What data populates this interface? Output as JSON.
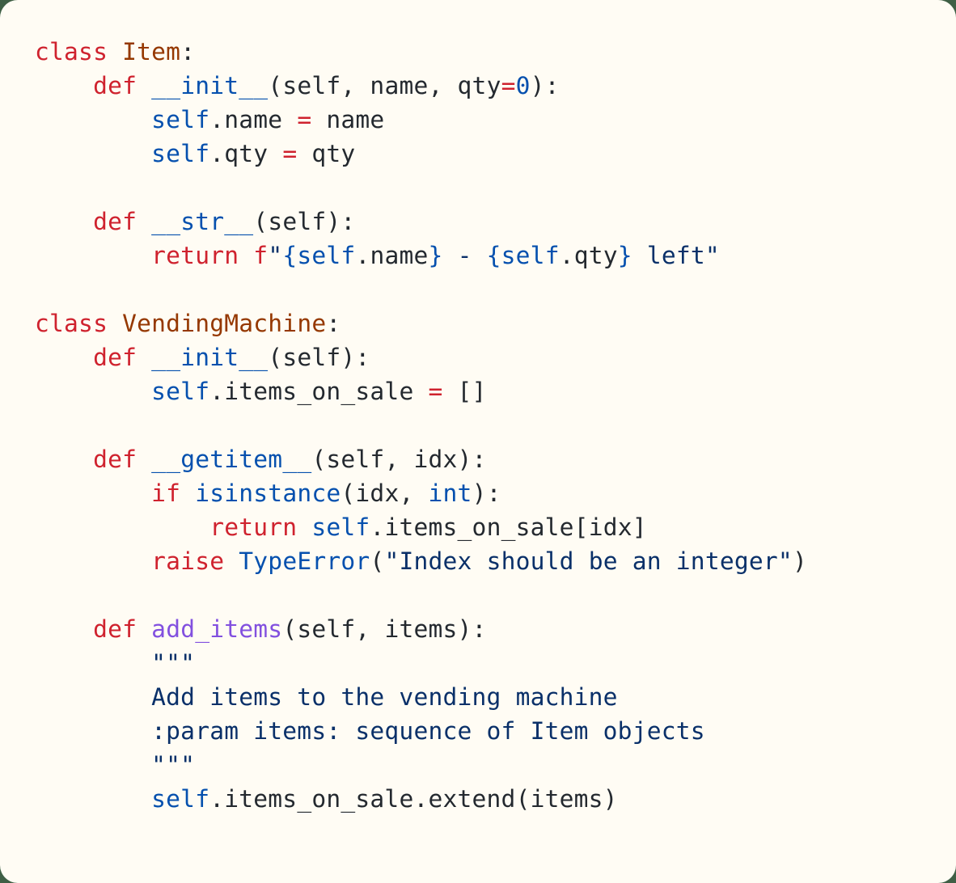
{
  "colors": {
    "background": "#3f5f45",
    "card": "#fffcf4",
    "keyword": "#cf222e",
    "class_name": "#953800",
    "function_name": "#0550ae",
    "method_name_purple": "#8250df",
    "string": "#0a3069",
    "text": "#24292f"
  },
  "code": {
    "language": "python",
    "lines": [
      [
        {
          "t": "kw",
          "v": "class"
        },
        {
          "t": "txt",
          "v": " "
        },
        {
          "t": "cls",
          "v": "Item"
        },
        {
          "t": "txt",
          "v": ":"
        }
      ],
      [
        {
          "t": "txt",
          "v": "    "
        },
        {
          "t": "kw",
          "v": "def"
        },
        {
          "t": "txt",
          "v": " "
        },
        {
          "t": "fn",
          "v": "__init__"
        },
        {
          "t": "txt",
          "v": "(self, name, qty"
        },
        {
          "t": "op",
          "v": "="
        },
        {
          "t": "num",
          "v": "0"
        },
        {
          "t": "txt",
          "v": "):"
        }
      ],
      [
        {
          "t": "txt",
          "v": "        "
        },
        {
          "t": "slf",
          "v": "self"
        },
        {
          "t": "txt",
          "v": ".name "
        },
        {
          "t": "op",
          "v": "="
        },
        {
          "t": "txt",
          "v": " name"
        }
      ],
      [
        {
          "t": "txt",
          "v": "        "
        },
        {
          "t": "slf",
          "v": "self"
        },
        {
          "t": "txt",
          "v": ".qty "
        },
        {
          "t": "op",
          "v": "="
        },
        {
          "t": "txt",
          "v": " qty"
        }
      ],
      [],
      [
        {
          "t": "txt",
          "v": "    "
        },
        {
          "t": "kw",
          "v": "def"
        },
        {
          "t": "txt",
          "v": " "
        },
        {
          "t": "fn",
          "v": "__str__"
        },
        {
          "t": "txt",
          "v": "(self):"
        }
      ],
      [
        {
          "t": "txt",
          "v": "        "
        },
        {
          "t": "kw",
          "v": "return"
        },
        {
          "t": "txt",
          "v": " "
        },
        {
          "t": "kw",
          "v": "f"
        },
        {
          "t": "str",
          "v": "\""
        },
        {
          "t": "fn",
          "v": "{self"
        },
        {
          "t": "txt",
          "v": ".name"
        },
        {
          "t": "fn",
          "v": "}"
        },
        {
          "t": "str",
          "v": " - "
        },
        {
          "t": "fn",
          "v": "{self"
        },
        {
          "t": "txt",
          "v": ".qty"
        },
        {
          "t": "fn",
          "v": "}"
        },
        {
          "t": "str",
          "v": " left\""
        }
      ],
      [],
      [
        {
          "t": "kw",
          "v": "class"
        },
        {
          "t": "txt",
          "v": " "
        },
        {
          "t": "cls",
          "v": "VendingMachine"
        },
        {
          "t": "txt",
          "v": ":"
        }
      ],
      [
        {
          "t": "txt",
          "v": "    "
        },
        {
          "t": "kw",
          "v": "def"
        },
        {
          "t": "txt",
          "v": " "
        },
        {
          "t": "fn",
          "v": "__init__"
        },
        {
          "t": "txt",
          "v": "(self):"
        }
      ],
      [
        {
          "t": "txt",
          "v": "        "
        },
        {
          "t": "slf",
          "v": "self"
        },
        {
          "t": "txt",
          "v": ".items_on_sale "
        },
        {
          "t": "op",
          "v": "="
        },
        {
          "t": "txt",
          "v": " []"
        }
      ],
      [],
      [
        {
          "t": "txt",
          "v": "    "
        },
        {
          "t": "kw",
          "v": "def"
        },
        {
          "t": "txt",
          "v": " "
        },
        {
          "t": "fn",
          "v": "__getitem__"
        },
        {
          "t": "txt",
          "v": "(self, idx):"
        }
      ],
      [
        {
          "t": "txt",
          "v": "        "
        },
        {
          "t": "kw",
          "v": "if"
        },
        {
          "t": "txt",
          "v": " "
        },
        {
          "t": "fn",
          "v": "isinstance"
        },
        {
          "t": "txt",
          "v": "(idx, "
        },
        {
          "t": "fn",
          "v": "int"
        },
        {
          "t": "txt",
          "v": "):"
        }
      ],
      [
        {
          "t": "txt",
          "v": "            "
        },
        {
          "t": "kw",
          "v": "return"
        },
        {
          "t": "txt",
          "v": " "
        },
        {
          "t": "slf",
          "v": "self"
        },
        {
          "t": "txt",
          "v": ".items_on_sale[idx]"
        }
      ],
      [
        {
          "t": "txt",
          "v": "        "
        },
        {
          "t": "kw",
          "v": "raise"
        },
        {
          "t": "txt",
          "v": " "
        },
        {
          "t": "fn",
          "v": "TypeError"
        },
        {
          "t": "txt",
          "v": "("
        },
        {
          "t": "str",
          "v": "\"Index should be an integer\""
        },
        {
          "t": "txt",
          "v": ")"
        }
      ],
      [],
      [
        {
          "t": "txt",
          "v": "    "
        },
        {
          "t": "kw",
          "v": "def"
        },
        {
          "t": "txt",
          "v": " "
        },
        {
          "t": "fn2",
          "v": "add_items"
        },
        {
          "t": "txt",
          "v": "(self, items):"
        }
      ],
      [
        {
          "t": "txt",
          "v": "        "
        },
        {
          "t": "str",
          "v": "\"\"\""
        }
      ],
      [
        {
          "t": "txt",
          "v": "        "
        },
        {
          "t": "str",
          "v": "Add items to the vending machine"
        }
      ],
      [
        {
          "t": "txt",
          "v": "        "
        },
        {
          "t": "str",
          "v": ":param items: sequence of Item objects"
        }
      ],
      [
        {
          "t": "txt",
          "v": "        "
        },
        {
          "t": "str",
          "v": "\"\"\""
        }
      ],
      [
        {
          "t": "txt",
          "v": "        "
        },
        {
          "t": "slf",
          "v": "self"
        },
        {
          "t": "txt",
          "v": ".items_on_sale.extend(items)"
        }
      ]
    ]
  }
}
